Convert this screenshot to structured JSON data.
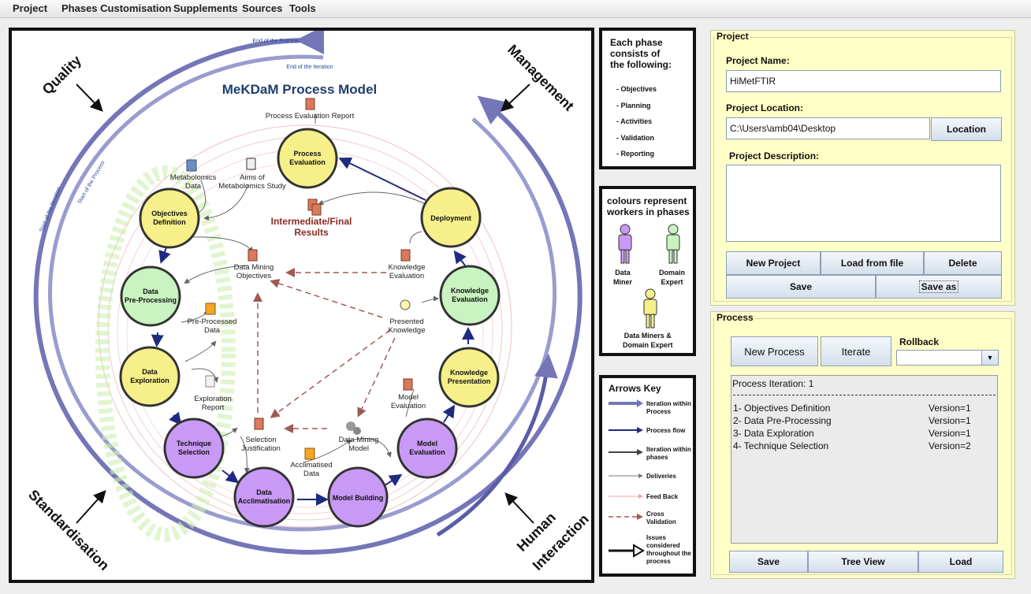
{
  "menu": [
    "Project",
    "Phases Customisation",
    "Supplements",
    "Sources",
    "Tools"
  ],
  "diagram": {
    "title": "MeKDaM Process Model",
    "end_process": "End of the Process",
    "end_iteration": "End of the Iteration",
    "start_iteration": "Start of the Iteration",
    "start_process": "Start of the Process",
    "corners": {
      "quality": "Quality",
      "management": "Management",
      "standardisation": "Standardisation",
      "human_1": "Human",
      "human_2": "Interaction"
    },
    "phases": [
      {
        "id": "process-evaluation",
        "l1": "Process",
        "l2": "Evaluation"
      },
      {
        "id": "deployment",
        "l1": "Deployment",
        "l2": ""
      },
      {
        "id": "objectives-definition",
        "l1": "Objectives",
        "l2": "Definition"
      },
      {
        "id": "data-preprocessing",
        "l1": "Data",
        "l2": "Pre-Processing"
      },
      {
        "id": "knowledge-evaluation",
        "l1": "Knowledge",
        "l2": "Evaluation"
      },
      {
        "id": "data-exploration",
        "l1": "Data",
        "l2": "Exploration"
      },
      {
        "id": "knowledge-presentation",
        "l1": "Knowledge",
        "l2": "Presentation"
      },
      {
        "id": "technique-selection",
        "l1": "Technique",
        "l2": "Selection"
      },
      {
        "id": "model-evaluation",
        "l1": "Model",
        "l2": "Evaluation"
      },
      {
        "id": "data-acclimatisation",
        "l1": "Data",
        "l2": "Acclimatisation"
      },
      {
        "id": "model-building",
        "l1": "Model Building",
        "l2": ""
      }
    ],
    "deliverables": {
      "process_eval_report": "Process Evaluation Report",
      "metabolomics_1": "Metabolomics",
      "metabolomics_2": "Data",
      "aims_1": "Aims of",
      "aims_2": "Metabolomics Study",
      "results_1": "Intermediate/Final",
      "results_2": "Results",
      "dm_obj_1": "Data Mining",
      "dm_obj_2": "Objectives",
      "know_eval_1": "Knowledge",
      "know_eval_2": "Evaluation",
      "pres_know_1": "Presented",
      "pres_know_2": "Knowledge",
      "preproc_1": "Pre-Processed",
      "preproc_2": "Data",
      "expl_rep_1": "Exploration",
      "expl_rep_2": "Report",
      "model_eval_1": "Model",
      "model_eval_2": "Evaluation",
      "sel_just_1": "Selection",
      "sel_just_2": "Justification",
      "dm_model_1": "Data Mining",
      "dm_model_2": "Model",
      "accl_1": "Acclimatised",
      "accl_2": "Data"
    }
  },
  "legend_phase": {
    "title": [
      "Each phase",
      "consists of",
      "the following:"
    ],
    "items": [
      "- Objectives",
      "- Planning",
      "- Activities",
      "- Validation",
      "- Reporting"
    ]
  },
  "legend_colours": {
    "title": [
      "colours represent",
      "workers in phases"
    ],
    "miner": [
      "Data",
      "Miner"
    ],
    "expert": [
      "Domain",
      "Expert"
    ],
    "both": [
      "Data Miners &",
      "Domain Expert"
    ]
  },
  "legend_arrows": {
    "title": "Arrows Key",
    "items": [
      [
        "Iteration within",
        "Process"
      ],
      [
        "Process flow"
      ],
      [
        "Iteration within",
        "phases"
      ],
      [
        "Deliveries"
      ],
      [
        "Feed Back"
      ],
      [
        "Cross",
        "Validation"
      ],
      [
        "Issues",
        "considered",
        "throughout the",
        "process"
      ]
    ]
  },
  "project": {
    "legend": "Project",
    "name_label": "Project Name:",
    "name_value": "HiMetFTIR",
    "location_label": "Project Location:",
    "location_value": "C:\\Users\\amb04\\Desktop",
    "location_button": "Location",
    "desc_label": "Project Description:",
    "new_button": "New Project",
    "load_button": "Load from file",
    "delete_button": "Delete",
    "save_button": "Save",
    "saveas_button": "Save as"
  },
  "process": {
    "legend": "Process",
    "new_button": "New Process",
    "iterate_button": "Iterate",
    "rollback_label": "Rollback",
    "iteration_text": "Process Iteration: 1",
    "rows": [
      {
        "name": "1- Objectives Definition",
        "version": "Version=1"
      },
      {
        "name": "2- Data Pre-Processing",
        "version": "Version=1"
      },
      {
        "name": "3- Data Exploration",
        "version": "Version=1"
      },
      {
        "name": "4- Technique Selection",
        "version": "Version=2"
      }
    ],
    "save_button": "Save",
    "treeview_button": "Tree View",
    "load_button": "Load"
  },
  "colors": {
    "yellow_phase": "#f7f08a",
    "green_phase": "#c9f3c0",
    "purple_phase": "#c99af5",
    "panel_bg": "#ffffc8"
  }
}
